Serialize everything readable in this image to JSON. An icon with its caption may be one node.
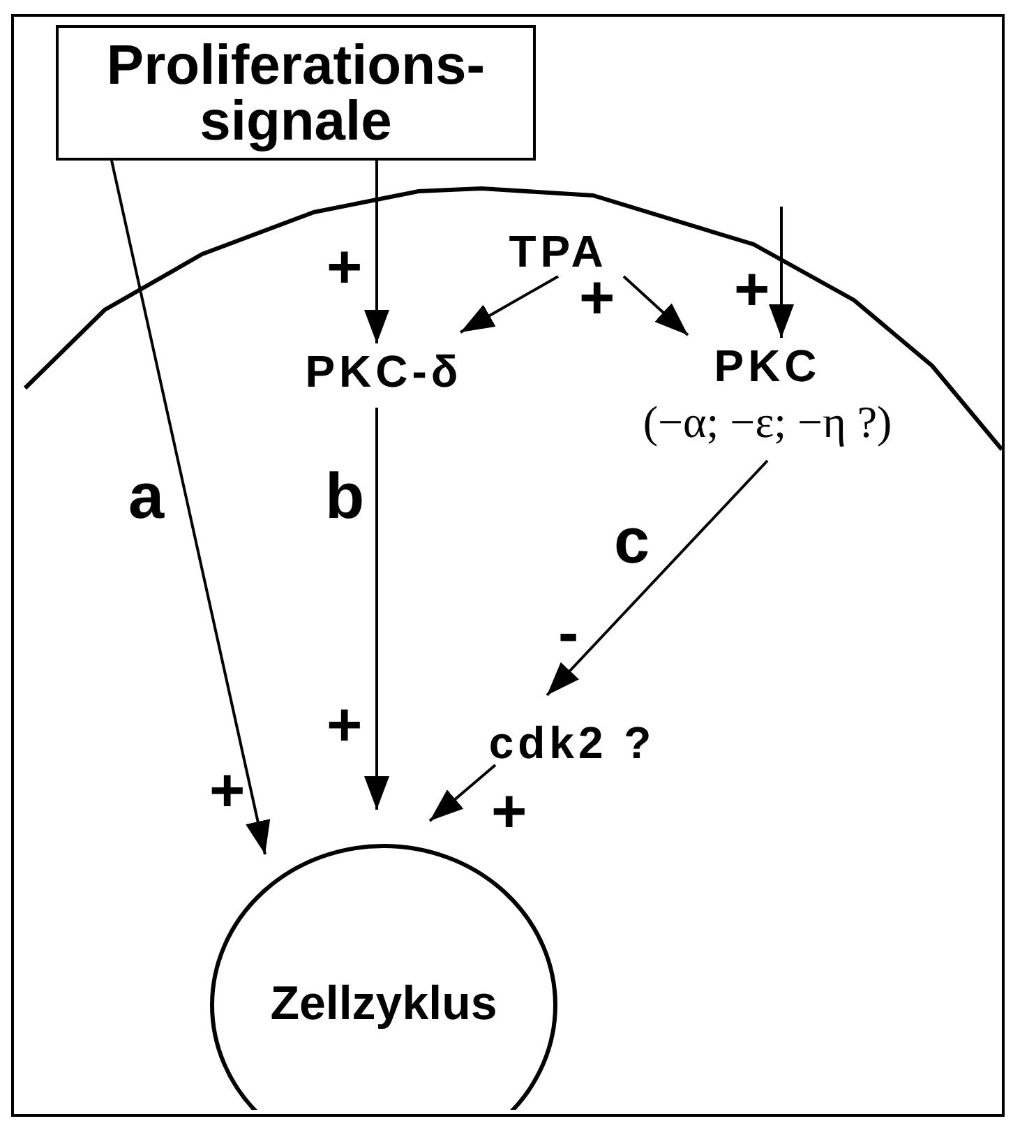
{
  "diagram": {
    "nodes": [
      {
        "text": [
          "Proliferations- signale"
        ]
      },
      {
        "text": [
          "TPA"
        ]
      },
      {
        "text": [
          "PKC-δ"
        ]
      },
      {
        "text": [
          "PKC",
          "(−α; −ε; −η ?)"
        ]
      },
      {
        "text": [
          "cdk2 ?"
        ]
      },
      {
        "text": [
          "Zellzyklus"
        ]
      }
    ],
    "edges": [
      {
        "from": 0,
        "to": 5,
        "arrow": "to",
        "label": "a"
      },
      {
        "from": 0,
        "to": 2,
        "arrow": "to"
      },
      {
        "from": 1,
        "to": 2,
        "arrow": "to"
      },
      {
        "from": 1,
        "to": 3,
        "arrow": "to"
      },
      {
        "from": null,
        "to": 3,
        "arrow": "to"
      },
      {
        "from": 2,
        "to": 5,
        "arrow": "to",
        "label": "b"
      },
      {
        "from": 3,
        "to": 4,
        "arrow": "to",
        "label": "c"
      },
      {
        "from": 4,
        "to": 5,
        "arrow": "to"
      }
    ],
    "labels": [
      "+",
      "+",
      "+",
      "-",
      "+",
      "+",
      "+"
    ]
  }
}
